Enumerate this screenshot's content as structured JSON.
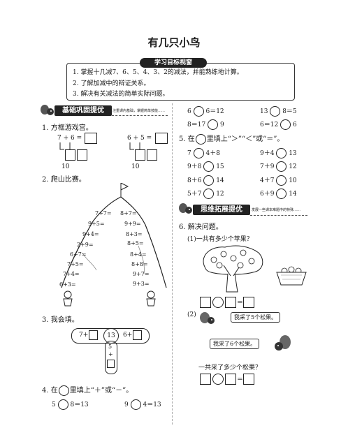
{
  "title": "有几只小鸟",
  "goals": {
    "badge": "学习目标视窗",
    "items": [
      "1. 掌握十几减7、6、5、4、3、2的减法，并能熟练地计算。",
      "2. 了解加减中的辩证关系。",
      "3. 解决有关减法的简单实际问题。"
    ]
  },
  "basic": {
    "badge": "基础巩固提优",
    "tagline": "注重课内基础，掌握简单技能……",
    "q1": {
      "label": "1. 方框游戏宫。",
      "left": {
        "expr": "7 + 6 =",
        "ten": "10"
      },
      "right": {
        "expr": "6 + 5 =",
        "ten": "10"
      }
    },
    "q2": {
      "label": "2. 爬山比赛。",
      "left": [
        "7+7=",
        "9+5=",
        "9+4=",
        "2+9=",
        "6+7=",
        "7+5=",
        "7+4=",
        "6+3="
      ],
      "right": [
        "8+7=",
        "9+9=",
        "8+3=",
        "8+5=",
        "8+4=",
        "8+8=",
        "9+7=",
        "9+3="
      ]
    },
    "q3": {
      "label": "3. 我会填。",
      "left": "7+",
      "center": "13",
      "right": "6+",
      "below": [
        "5",
        "+"
      ]
    },
    "q4": {
      "label": "4. 在",
      "label2": "里填上“＋”或“－”。",
      "rows": [
        [
          "5",
          "8＝13",
          "9",
          "4＝13"
        ]
      ]
    }
  },
  "rightcol": {
    "top": [
      [
        "6",
        "6＝12",
        "13",
        "8＝5"
      ],
      [
        "8＝17",
        "9",
        "6＝12",
        "6"
      ]
    ],
    "q5": {
      "label": "5. 在",
      "label2": "里填上“＞”“＜”或“＝”。",
      "rows": [
        [
          "7",
          "4＋8",
          "9＋4",
          "13"
        ],
        [
          "9＋8",
          "15",
          "7＋9",
          "12"
        ],
        [
          "8＋6",
          "14",
          "4＋7",
          "10"
        ],
        [
          "5＋7",
          "12",
          "6＋9",
          "14"
        ]
      ]
    },
    "extend": {
      "badge": "思维拓展提优",
      "tagline": "发展一些课本难题中的特殊……"
    },
    "q6": {
      "label": "6. 解决问题。",
      "p1": "(1)一共有多少个苹果？",
      "p2": "(2)",
      "bubble1": "我采了5个松果。",
      "bubble2": "我采了6个松果。",
      "ask": "一共采了多少个松果？",
      "eq": "＝"
    }
  }
}
